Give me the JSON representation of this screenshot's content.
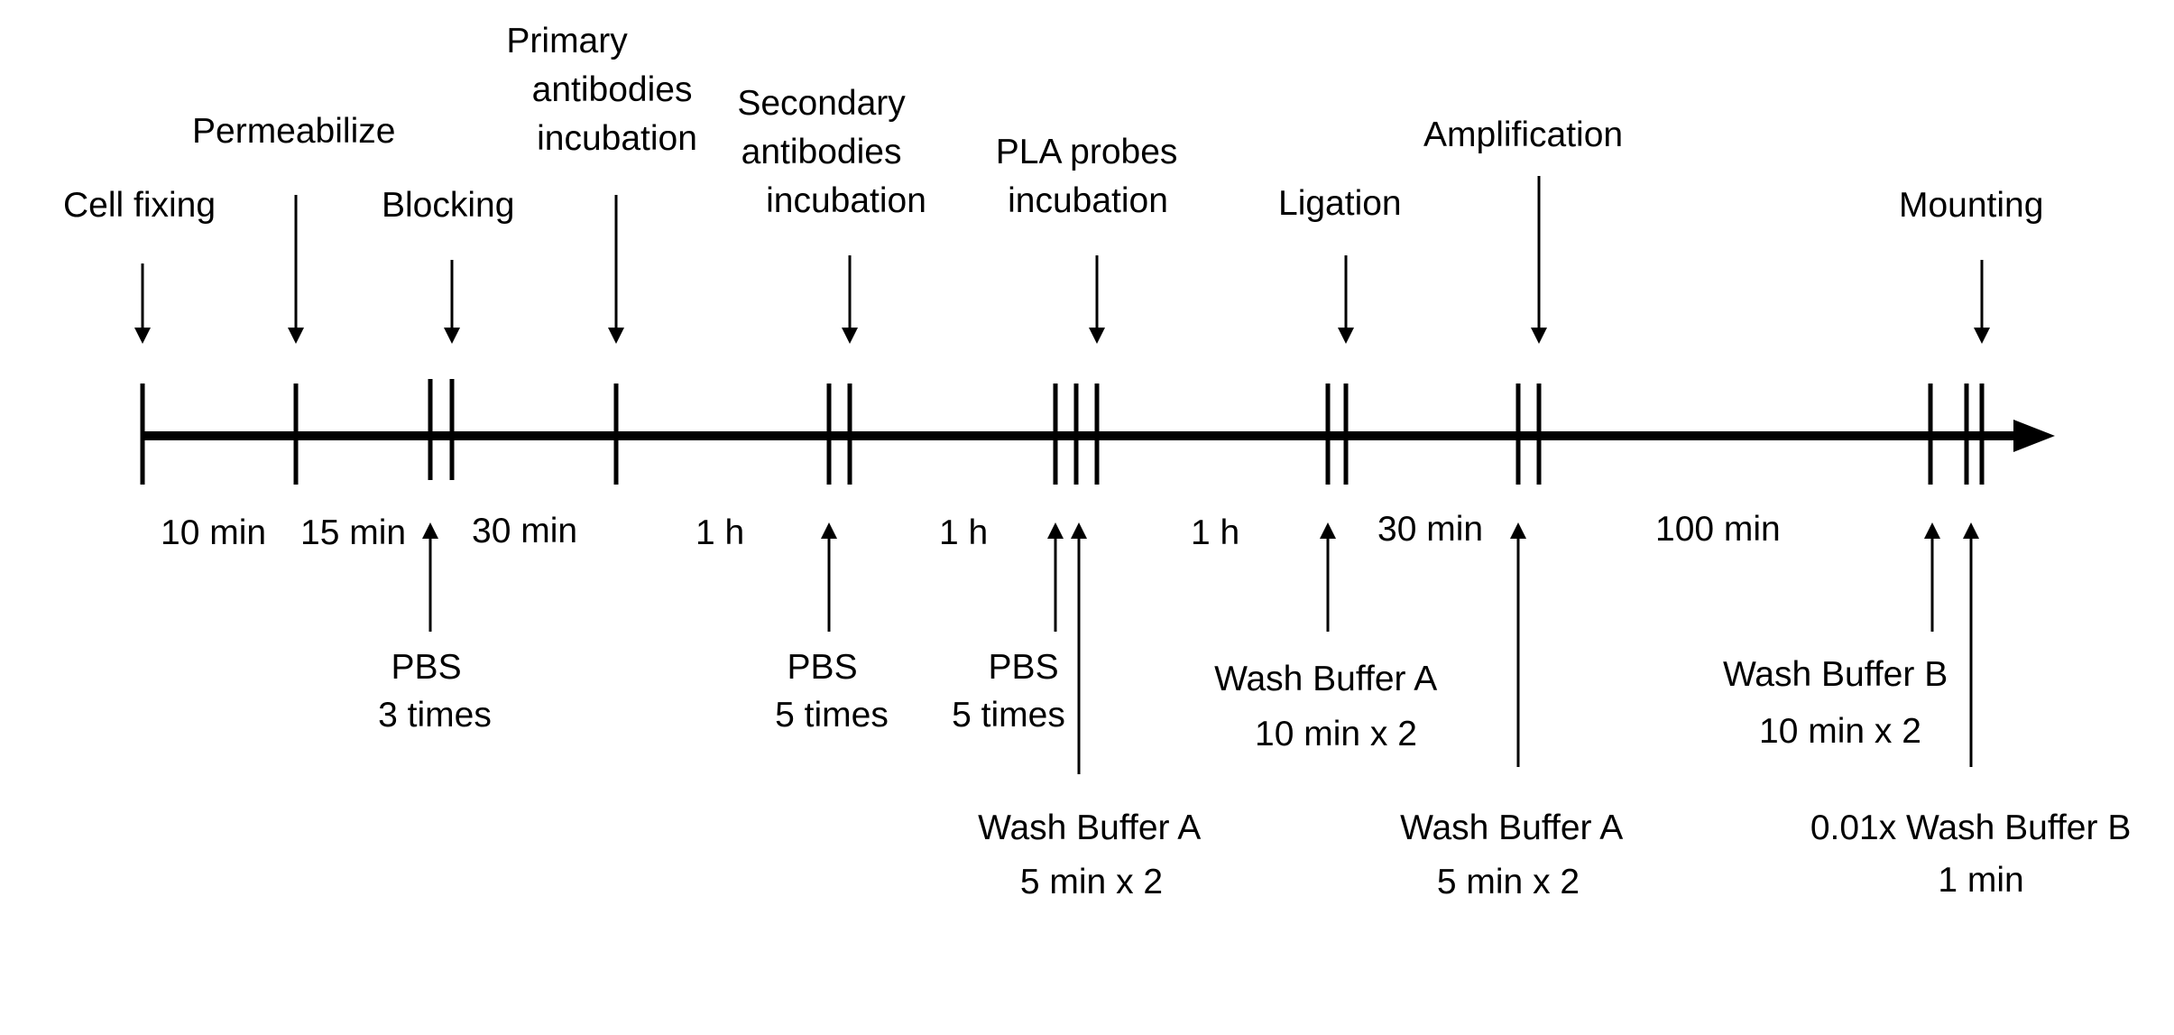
{
  "colors": {
    "stroke": "#000000",
    "background": "#ffffff"
  },
  "steps": {
    "cell_fixing": "Cell fixing",
    "permeabilize": "Permeabilize",
    "blocking": "Blocking",
    "primary": [
      "Primary",
      "antibodies",
      "incubation"
    ],
    "secondary": [
      "Secondary",
      "antibodies",
      "incubation"
    ],
    "pla": [
      "PLA probes",
      "incubation"
    ],
    "ligation": "Ligation",
    "amplification": "Amplification",
    "mounting": "Mounting"
  },
  "durations": [
    "10 min",
    "15 min",
    "30 min",
    "1 h",
    "1 h",
    "1 h",
    "30 min",
    "100 min"
  ],
  "washes": {
    "pbs_3": [
      "PBS",
      "3 times"
    ],
    "pbs_5a": [
      "PBS",
      "5 times"
    ],
    "pbs_5b": [
      "PBS",
      "5 times"
    ],
    "wash_a_10": [
      "Wash Buffer A",
      "10 min x 2"
    ],
    "wash_a_5a": [
      "Wash Buffer A",
      "5 min x 2"
    ],
    "wash_a_5b": [
      "Wash Buffer A",
      "5 min x 2"
    ],
    "wash_b_10": [
      "Wash Buffer B",
      "10 min x 2"
    ],
    "wash_b_001": [
      "0.01x Wash Buffer B",
      "1 min"
    ]
  }
}
